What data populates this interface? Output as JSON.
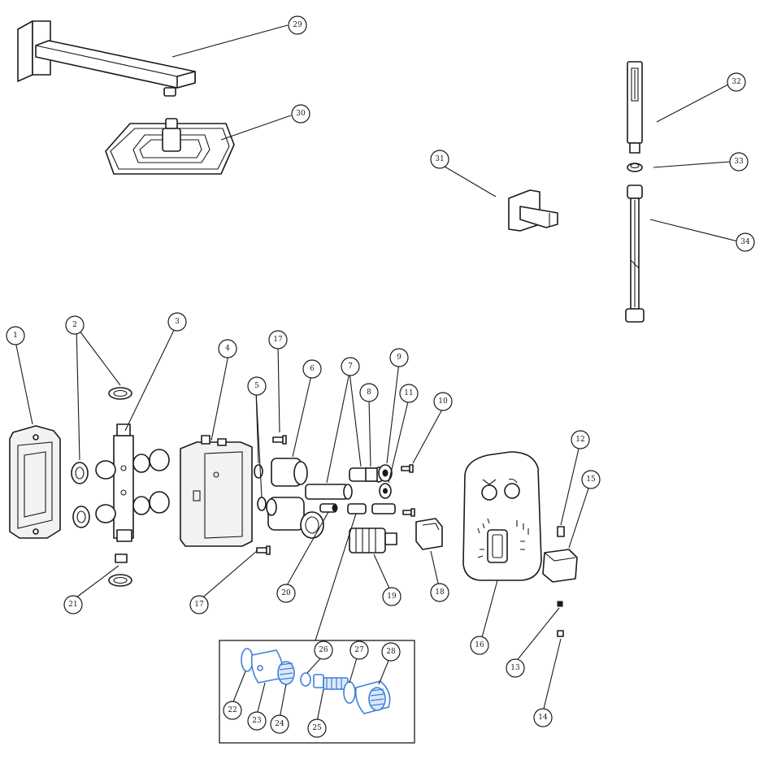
{
  "callouts": [
    {
      "id": "c29",
      "label": "29"
    },
    {
      "id": "c30",
      "label": "30"
    },
    {
      "id": "c31",
      "label": "31"
    },
    {
      "id": "c32",
      "label": "32"
    },
    {
      "id": "c33",
      "label": "33"
    },
    {
      "id": "c34",
      "label": "34"
    },
    {
      "id": "c1",
      "label": "1"
    },
    {
      "id": "c2",
      "label": "2"
    },
    {
      "id": "c3",
      "label": "3"
    },
    {
      "id": "c4",
      "label": "4"
    },
    {
      "id": "c5",
      "label": "5"
    },
    {
      "id": "c17a",
      "label": "17"
    },
    {
      "id": "c6",
      "label": "6"
    },
    {
      "id": "c7",
      "label": "7"
    },
    {
      "id": "c8",
      "label": "8"
    },
    {
      "id": "c9",
      "label": "9"
    },
    {
      "id": "c11",
      "label": "11"
    },
    {
      "id": "c10",
      "label": "10"
    },
    {
      "id": "c12",
      "label": "12"
    },
    {
      "id": "c15",
      "label": "15"
    },
    {
      "id": "c21",
      "label": "21"
    },
    {
      "id": "c17b",
      "label": "17"
    },
    {
      "id": "c20",
      "label": "20"
    },
    {
      "id": "c19",
      "label": "19"
    },
    {
      "id": "c18",
      "label": "18"
    },
    {
      "id": "c16",
      "label": "16"
    },
    {
      "id": "c13",
      "label": "13"
    },
    {
      "id": "c14",
      "label": "14"
    },
    {
      "id": "c22",
      "label": "22"
    },
    {
      "id": "c23",
      "label": "23"
    },
    {
      "id": "c24",
      "label": "24"
    },
    {
      "id": "c25",
      "label": "25"
    },
    {
      "id": "c26",
      "label": "26"
    },
    {
      "id": "c27",
      "label": "27"
    },
    {
      "id": "c28",
      "label": "28"
    }
  ],
  "colors": {
    "line": "#1a1a1a",
    "highlight": "#3f7fd8"
  }
}
